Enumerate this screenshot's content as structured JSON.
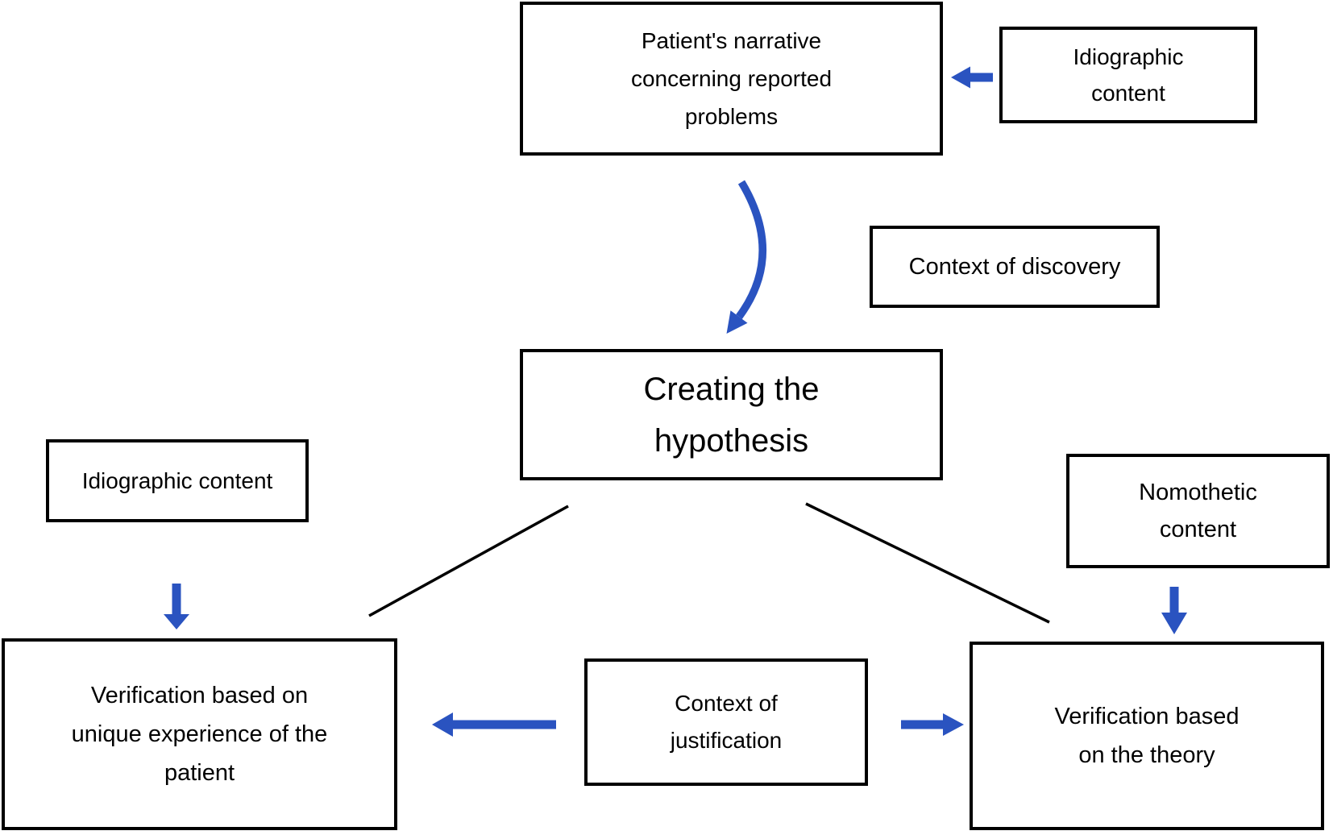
{
  "diagram": {
    "nodes": {
      "patient_narrative": {
        "label": "Patient's narrative\nconcerning reported\nproblems"
      },
      "idiographic_top": {
        "label": "Idiographic\ncontent"
      },
      "context_discovery": {
        "label": "Context of discovery"
      },
      "creating_hypothesis": {
        "label": "Creating the\nhypothesis"
      },
      "idiographic_left": {
        "label": "Idiographic content"
      },
      "nomothetic_content": {
        "label": "Nomothetic\ncontent"
      },
      "verification_left": {
        "label": "Verification based on\nunique experience of the\npatient"
      },
      "context_justification": {
        "label": "Context of\njustification"
      },
      "verification_right": {
        "label": "Verification based\non the theory"
      }
    },
    "colors": {
      "arrow_blue": "#2A53C0",
      "line_black": "#000000",
      "box_border": "#000000",
      "bg": "#FFFFFF"
    }
  }
}
